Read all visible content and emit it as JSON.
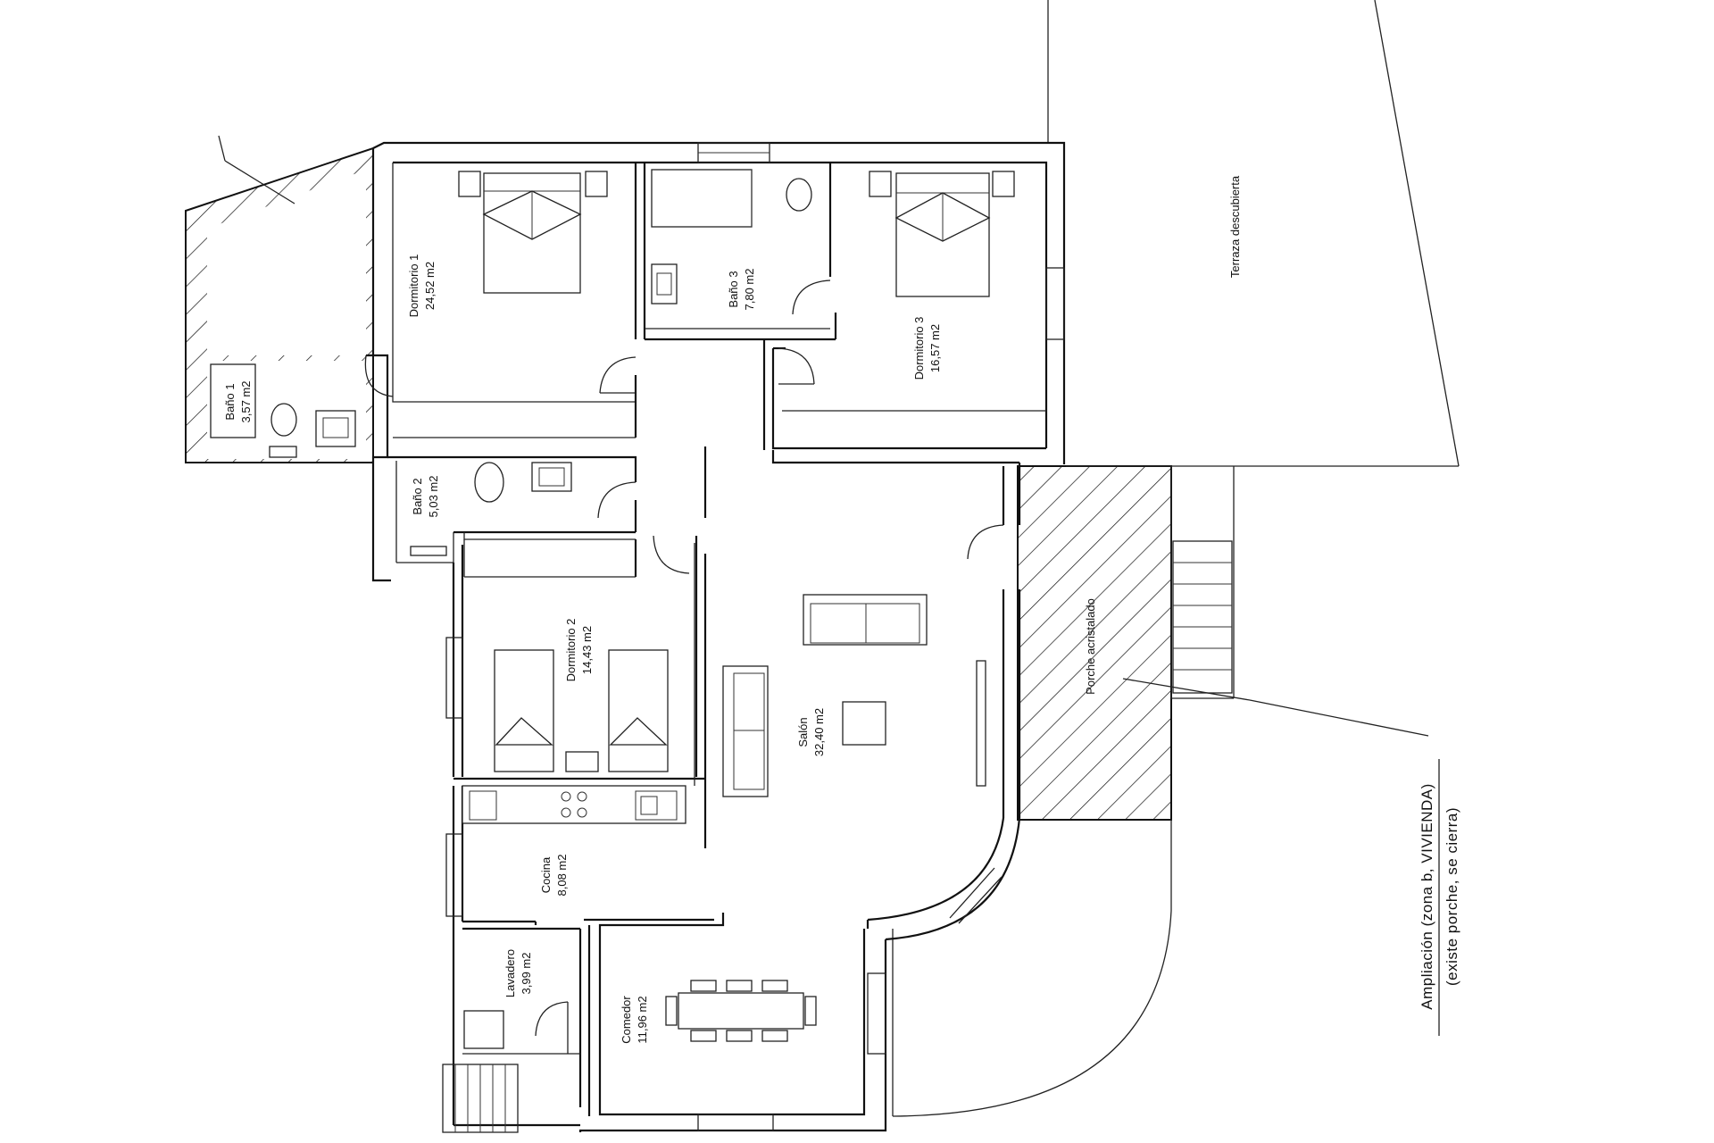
{
  "rooms": {
    "dormitorio1": {
      "name": "Dormitorio 1",
      "area": "24,52 m2"
    },
    "bano3": {
      "name": "Baño 3",
      "area": "7,80 m2"
    },
    "dormitorio3": {
      "name": "Dormitorio 3",
      "area": "16,57 m2"
    },
    "terraza": {
      "name": "Terraza descubierta"
    },
    "bano1": {
      "name": "Baño 1",
      "area": "3,57 m2"
    },
    "bano2": {
      "name": "Baño 2",
      "area": "5,03 m2"
    },
    "dormitorio2": {
      "name": "Dormitorio 2",
      "area": "14,43 m2"
    },
    "salon": {
      "name": "Salón",
      "area": "32,40 m2"
    },
    "porche": {
      "name": "Porche acristalado"
    },
    "cocina": {
      "name": "Cocina",
      "area": "8,08 m2"
    },
    "lavadero": {
      "name": "Lavadero",
      "area": "3,99 m2"
    },
    "comedor": {
      "name": "Comedor",
      "area": "11,96 m2"
    }
  },
  "annotation": {
    "line1": "Ampliación (zona b, VIVIENDA)",
    "line2": "(existe porche, se cierra)"
  }
}
